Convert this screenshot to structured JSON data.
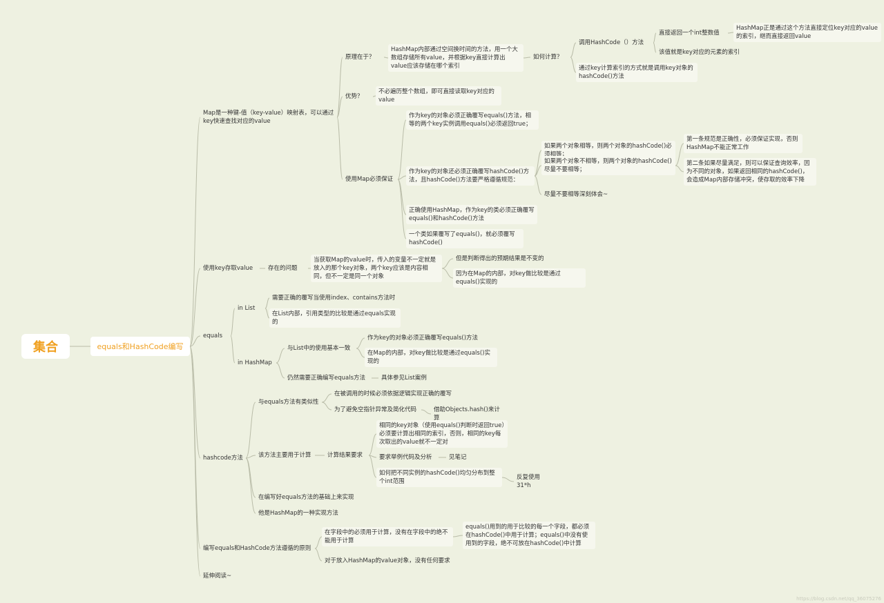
{
  "root": "集合",
  "topic": "equals和HashCode编写",
  "watermark": "https://blog.csdn.net/qq_36075276",
  "colors": {
    "background": "#eef1e1",
    "accent": "#f0a020",
    "line": "#b9bca8"
  },
  "nodes": {
    "map_def": "Map是一种键-值（key-value）映射表，可以通过key快速查找对应的value",
    "yuanli": "原理在于？",
    "yuanli_desc": "HashMap内部通过空间换时间的方法，用一个大数组存储所有value，并根据key直接计算出value应该存储在哪个索引",
    "ruhe": "如何计算？",
    "call_hashcode": "调用HashCode（）方法",
    "return_int": "直接返回一个int整数值",
    "hashmap_locate": "HashMap正是通过这个方法直接定位key对应的value的索引，继而直接返回value",
    "value_index": "该值就是key对应的元素的索引",
    "key_calc": "通过key计算索引的方式就是调用key对象的hashCode()方法",
    "youshi": "优势？",
    "youshi_desc": "不必遍历整个数组，即可直接读取key对应的value",
    "must_ensure": "使用Map必须保证",
    "ensure1": "作为key的对象必须正确覆写equals()方法，相等的两个key实例调用equals()必须返回true；",
    "ensure2": "作为key的对象还必须正确覆写hashCode()方法，且hashCode()方法要严格遵循规范：",
    "rule_eq": "如果两个对象相等，则两个对象的hashCode()必须相等；",
    "rule_neq": "如果两个对象不相等，则两个对象的hashCode()尽量不要相等；",
    "spec1": "第一条规范是正确性，必须保证实现，否则HashMap不能正常工作",
    "spec2": "第二条如果尽量满足，则可以保证查询效率，因为不同的对象，如果返回相同的hashCode()，会造成Map内部存储冲突，使存取的效率下降",
    "try_not": "尽量不要相等深刻体会~",
    "ensure3": "正确使用HashMap，作为key的类必须正确覆写equals()和hashCode()方法",
    "ensure4": "一个类如果覆写了equals()，就必须覆写hashCode()",
    "use_key": "使用key存取value",
    "problem": "存在的问题",
    "problem_desc": "当获取Map的value时，传入的变量不一定就是放入的那个key对象，两个key应该是内容相同，但不一定是同一个对象",
    "result_same": "但是判断得出的预期结果是不变的",
    "map_internal": "因为在Map的内部，对key做比较是通过equals()实现的",
    "equals": "equals",
    "in_list": "in  List",
    "list1": "需要正确的覆写当使用index、contains方法时",
    "list2": "在List内部，引用类型的比较是通过equals实现的",
    "in_hashmap": "in  HashMap",
    "same_as_list": "与List中的使用基本一致",
    "hm1": "作为key的对象必须正确覆写equals()方法",
    "hm2": "在Map的内部，对key做比较是通过equals()实现的",
    "still_need": "仍然需要正确编写equals方法",
    "see_list": "具体参见List案例",
    "hashcode": "hashcode方法",
    "similar": "与equals方法有类似性",
    "sim1": "在被调用的时候必须依据逻辑实现正确的覆写",
    "sim2": "为了避免空指针异常及简化代码",
    "objects_hash": "借助Objects.hash()来计算",
    "mainly_calc": "该方法主要用于计算",
    "calc_req": "计算结果要求",
    "req1": "相同的key对象（使用equals()判断时返回true）必须要计算出相同的索引，否则，相同的key每次取出的value就不一定对",
    "req2": "要求举例代码及分析",
    "see_notes": "见笔记",
    "req3": "如何把不同实例的hashCode()均匀分布到整个int范围",
    "use31": "反复使用31*h",
    "basis": "在编写好equals方法的基础上来实现",
    "impl": "他是HashMap的一种实现方法",
    "principle": "编写equals和HashCode方法遵循的原则",
    "pr1": "在字段中的必须用于计算，没有在字段中的绝不能用于计算",
    "pr1_desc": "equals()用到的用于比较的每一个字段，都必须在hashCode()中用于计算；equals()中没有使用到的字段，绝不可放在hashCode()中计算",
    "pr2": "对于放入HashMap的value对象，没有任何要求",
    "extend": "延伸阅读~"
  }
}
